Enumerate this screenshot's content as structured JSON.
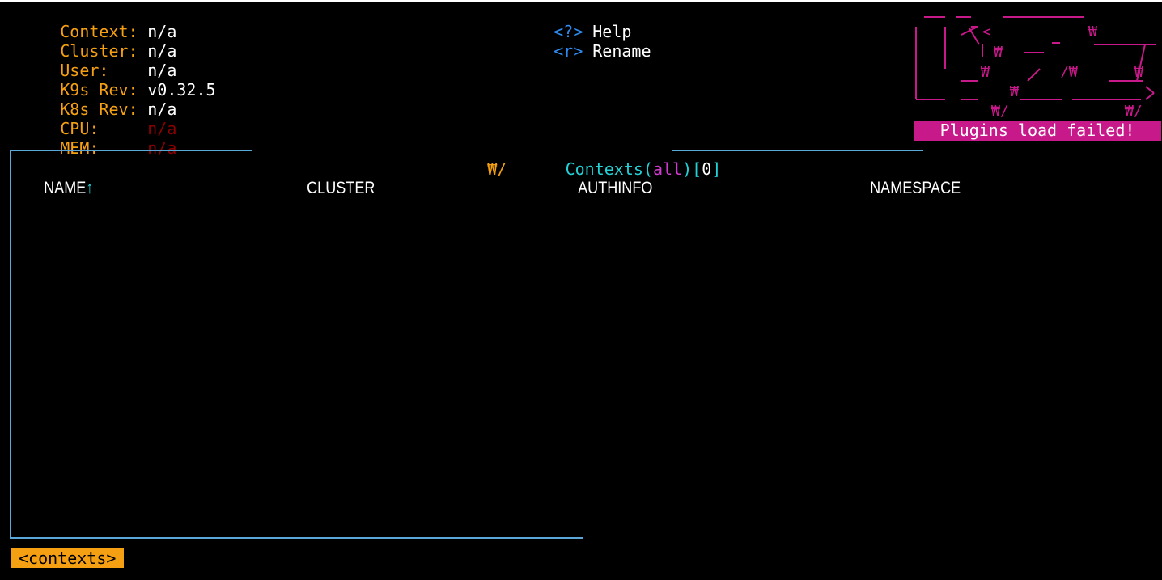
{
  "header": {
    "info": [
      {
        "key": "Context:",
        "value": "n/a",
        "muted": false
      },
      {
        "key": "Cluster:",
        "value": "n/a",
        "muted": false
      },
      {
        "key": "User:",
        "value": "n/a",
        "muted": false
      },
      {
        "key": "K9s Rev:",
        "value": "v0.32.5",
        "muted": false
      },
      {
        "key": "K8s Rev:",
        "value": "n/a",
        "muted": false
      },
      {
        "key": "CPU:",
        "value": "n/a",
        "muted": true
      },
      {
        "key": "MEM:",
        "value": "n/a",
        "muted": true
      }
    ],
    "hints": [
      {
        "key": "<?>",
        "label": "Help"
      },
      {
        "key": "<r>",
        "label": "Rename"
      }
    ],
    "logo": {
      "lines": [
        " ____  __.________        ",
        "|    |/ _/   __   \\______",
        "|      < \\____    /  ___/",
        "|    |  \\   /    /\\___ \\",
        "|____|__ \\ /____//____  >",
        "        \\/            \\/ "
      ],
      "color": "#c8198a"
    },
    "flash_message": "Plugins load failed!"
  },
  "table": {
    "title_glyph": "₩/",
    "title_name": "Contexts",
    "title_filter_open": "(",
    "title_filter": "all",
    "title_filter_close": ")",
    "title_count_open": "[",
    "title_count": "0",
    "title_count_close": "]",
    "columns": [
      {
        "label": "NAME",
        "sort_indicator": "↑"
      },
      {
        "label": "CLUSTER",
        "sort_indicator": ""
      },
      {
        "label": "AUTHINFO",
        "sort_indicator": ""
      },
      {
        "label": "NAMESPACE",
        "sort_indicator": ""
      }
    ],
    "rows": []
  },
  "breadcrumbs": [
    "<contexts>"
  ],
  "colors": {
    "key_orange": "#f5a012",
    "hint_blue": "#2f8bf0",
    "frame_blue": "#5aa8d8",
    "title_cyan": "#23d2d8",
    "filter_magenta": "#d13bd1",
    "logo_magenta": "#c8198a",
    "muted_red": "#8b0000"
  }
}
